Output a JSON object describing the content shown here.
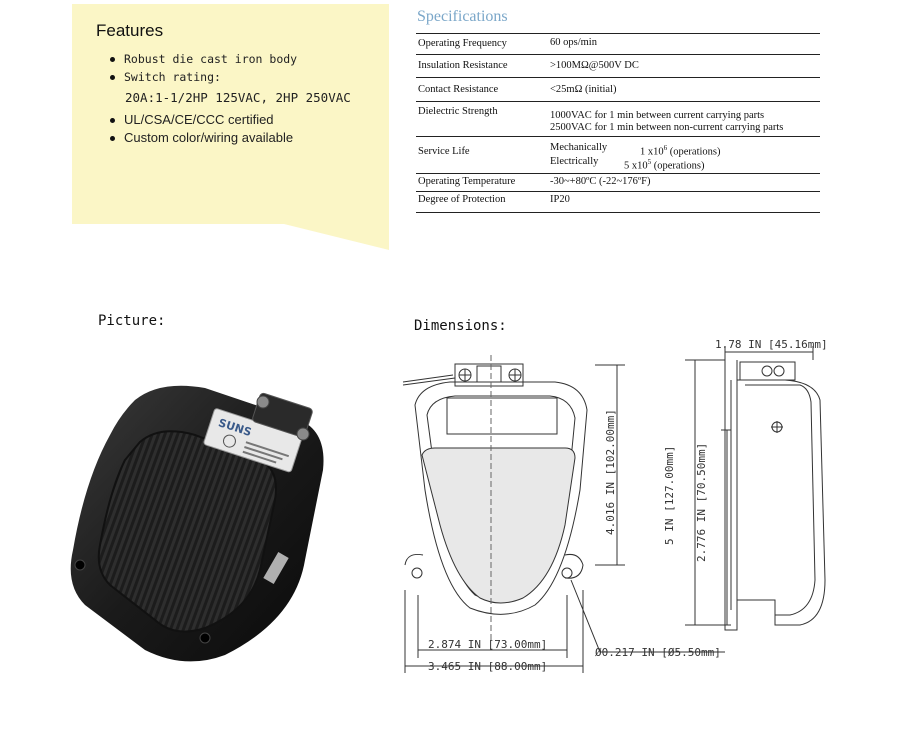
{
  "features": {
    "title": "Features",
    "items": [
      "Robust die cast iron body",
      "Switch rating:",
      "20A:1-1/2HP 125VAC, 2HP 250VAC",
      "UL/CSA/CE/CCC certified",
      "Custom color/wiring available"
    ]
  },
  "specifications": {
    "title": "Specifications",
    "rows": [
      {
        "label": "Operating Frequency",
        "value_1": "60 ops/min"
      },
      {
        "label": "Insulation Resistance",
        "value_1": ">100MΩ@500V DC"
      },
      {
        "label": "Contact Resistance",
        "value_1": "<25mΩ (initial)"
      },
      {
        "label": "Dielectric Strength",
        "value_1": "1000VAC for 1 min between current carrying parts",
        "value_2": "2500VAC for 1 min between non-current carrying parts"
      },
      {
        "label": "Service Life",
        "mech_label": "Mechanically",
        "mech_base": "1 x10",
        "mech_exp": "6",
        "mech_unit": "(operations)",
        "elec_label": "Electrically",
        "elec_base": "5 x10",
        "elec_exp": "5",
        "elec_unit": "(operations)"
      },
      {
        "label": "Operating Temperature",
        "value_1": "-30~+80ºC  (-22~176ºF)"
      },
      {
        "label": "Degree of Protection",
        "value_1": "IP20"
      }
    ]
  },
  "picture": {
    "label": "Picture:",
    "brand": "SUNS"
  },
  "dimensions": {
    "label": "Dimensions:",
    "width_outer": "3.465 IN [88.00mm]",
    "width_inner": "2.874 IN [73.00mm]",
    "hole": "Ø0.217 IN [Ø5.50mm]",
    "height_front": "4.016 IN [102.00mm]",
    "depth": "1.78 IN [45.16mm]",
    "height_total": "5 IN [127.00mm]",
    "height_mid": "2.776 IN [70.50mm]"
  },
  "colors": {
    "features_bg": "#fbf6c6",
    "spec_title": "#7ba7c9"
  }
}
